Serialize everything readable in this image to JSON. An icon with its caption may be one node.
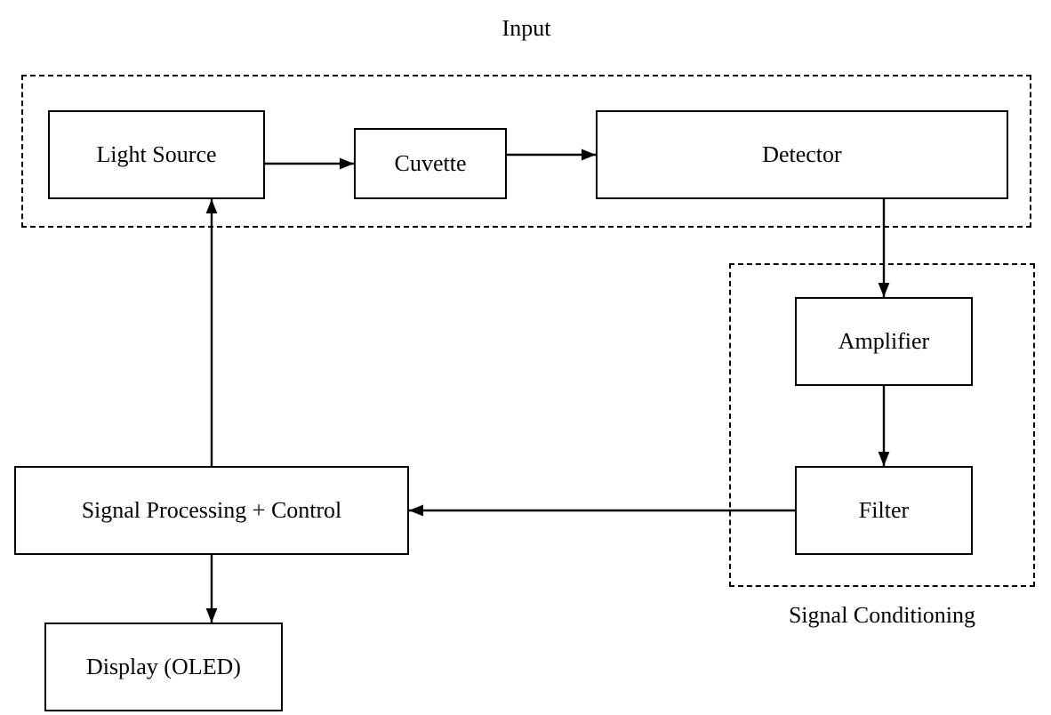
{
  "diagram": {
    "nodes": [
      {
        "text": [
          "Input"
        ]
      },
      {
        "text": [
          "Light Source"
        ],
        "in": 0
      },
      {
        "text": [
          "Cuvette"
        ],
        "in": 0
      },
      {
        "text": [
          "Detector"
        ],
        "in": 0
      },
      {
        "text": [
          "Signal Conditioning"
        ]
      },
      {
        "text": [
          "Amplifier"
        ],
        "in": 4
      },
      {
        "text": [
          "Filter"
        ],
        "in": 4
      },
      {
        "text": [
          "Signal Processing + Control"
        ]
      },
      {
        "text": [
          "Display (OLED)"
        ]
      }
    ],
    "edges": [
      {
        "from": 1,
        "to": 2,
        "arrow": "to"
      },
      {
        "from": 2,
        "to": 3,
        "arrow": "to"
      },
      {
        "from": 3,
        "to": 5,
        "arrow": "to"
      },
      {
        "from": 5,
        "to": 6,
        "arrow": "to"
      },
      {
        "from": 6,
        "to": 7,
        "arrow": "to"
      },
      {
        "from": 7,
        "to": 1,
        "arrow": "to"
      },
      {
        "from": 7,
        "to": 8,
        "arrow": "to"
      }
    ]
  }
}
